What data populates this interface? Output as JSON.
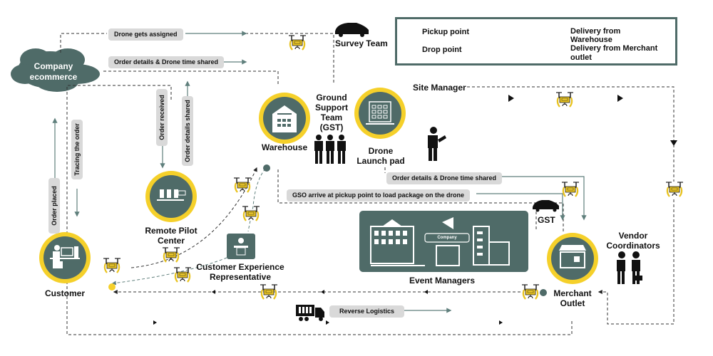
{
  "colors": {
    "primary": "#4f6b68",
    "accent_yellow": "#f5d02a",
    "pill_bg": "#d9d9d9",
    "arrow_teal": "#5f7f7c",
    "dash": "#333333"
  },
  "legend": {
    "pickup_point": "Pickup point",
    "drop_point": "Drop point",
    "delivery_warehouse_line1": "Delivery from",
    "delivery_warehouse_line2": "Warehouse",
    "delivery_merchant_line1": "Delivery from Merchant",
    "delivery_merchant_line2": "outlet"
  },
  "nodes": {
    "company": [
      "Company",
      "ecommerce"
    ],
    "survey_team": "Survey Team",
    "warehouse": "Warehouse",
    "gst_title": [
      "Ground",
      "Support",
      "Team",
      "(GST)"
    ],
    "drone_launch_pad": [
      "Drone",
      "Launch pad"
    ],
    "site_manager": "Site Manager",
    "remote_pilot_center": [
      "Remote Pilot",
      "Center"
    ],
    "customer": "Customer",
    "cer": [
      "Customer Experience",
      "Representative"
    ],
    "event_managers": "Event Managers",
    "company_banner": "Company",
    "gst_car": "GST",
    "merchant_outlet": [
      "Merchant",
      "Outlet"
    ],
    "vendor_coordinators": [
      "Vendor",
      "Coordinators"
    ]
  },
  "flows": {
    "drone_gets_assigned": "Drone gets assigned",
    "order_details_top": "Order details & Drone time shared",
    "order_placed": "Order placed",
    "tracing_the_order": "Tracing the order",
    "order_received": "Order received",
    "order_details_shared": "Order details shared",
    "order_details_right": "Order details & Drone time shared",
    "gso_arrive": "GSO arrive at pickup point to load package on the drone",
    "reverse_logistics": "Reverse Logistics"
  }
}
